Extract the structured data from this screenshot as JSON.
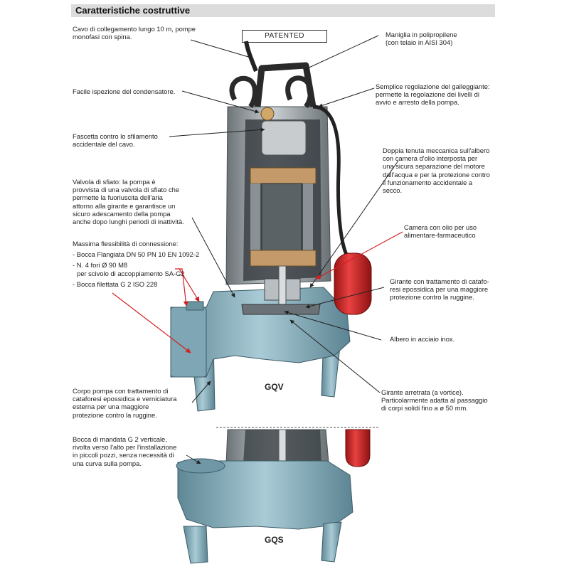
{
  "header": {
    "title": "Caratteristiche costruttive"
  },
  "badge": {
    "patented": "PATENTED"
  },
  "labels": {
    "cable": [
      "Cavo di collegamento lungo 10 m, pompe",
      "monofasi con spina."
    ],
    "handle": [
      "Maniglia in polipropilene",
      "(con telaio in AISI 304)"
    ],
    "condenser": [
      "Facile ispezione del condensatore."
    ],
    "float": [
      "Semplice regolazione del galleggiante:",
      "permette la regolazione dei livelli di",
      "avvio e arresto della pompa."
    ],
    "clamp": [
      "Fascetta contro lo sfilamento",
      "accidentale del cavo."
    ],
    "seal": [
      "Doppia tenuta meccanica sull'albero",
      "con camera d'olio interposta per",
      "una sicura separazione del motore",
      "dall'acqua e per la protezione contro",
      "il funzionamento accidentale a",
      "secco."
    ],
    "valve": [
      "Valvola di sfiato: la pompa è",
      "provvista di una valvola di sfiato che",
      "permette la fuoriuscita dell'aria",
      "attorno alla girante e garantisce un",
      "sicuro adescamento della pompa",
      "anche dopo lunghi periodi di inattività."
    ],
    "oil": [
      "Camera con olio per uso",
      "alimentare-farmaceutico"
    ],
    "flex_title": "Massima flessibilità di connessione:",
    "flex_items": [
      "- Bocca Flangiata DN 50 PN 10 EN 1092-2",
      "- N. 4 fori Ø 90 M8",
      "per scivolo di accoppiamento SA-G2",
      "- Bocca filettata G 2 ISO 228"
    ],
    "impeller": [
      "Girante con trattamento di catafo-",
      "resi epossidica per una maggiore",
      "protezione contro la ruggine."
    ],
    "shaft": [
      "Albero in acciaio inox."
    ],
    "body": [
      "Corpo pompa con trattamento di",
      "cataforesi epossidica e verniciatura",
      "esterna per una maggiore",
      "protezione contro la ruggine."
    ],
    "recessed": [
      "Girante arretrata (a vortice).",
      "Particolarmente adatta al passaggio",
      "di corpi solidi fino a ø 50 mm."
    ],
    "outlet": [
      "Bocca di mandata G 2 verticale,",
      "rivolta verso l'alto per l'installazione",
      "in piccoli pozzi, senza necessità di",
      "una curva sulla pompa."
    ]
  },
  "models": {
    "gqv": "GQV",
    "gqs": "GQS"
  },
  "colors": {
    "header_bg": "#dcdcdc",
    "leader_black": "#222222",
    "leader_red": "#d42020",
    "body_blue": "#8fb6c4",
    "float_red": "#d62b2b"
  }
}
